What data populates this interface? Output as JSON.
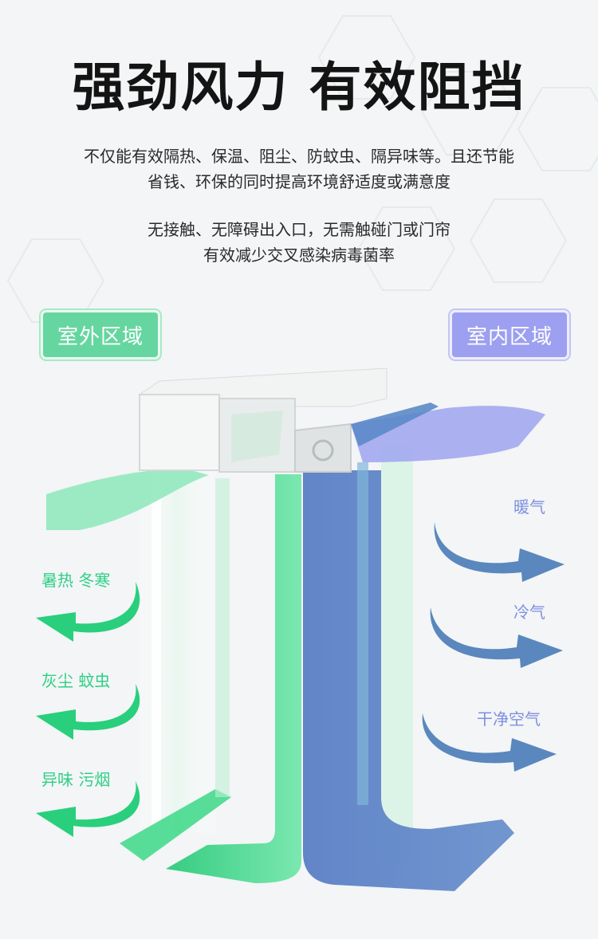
{
  "title": "强劲风力 有效阻挡",
  "paragraph1": [
    "不仅能有效隔热、保温、阻尘、防蚊虫、隔异味等。且还节能",
    "省钱、环保的同时提高环境舒适度或满意度"
  ],
  "paragraph2": [
    "无接触、无障碍出入口，无需触碰门或门帘",
    "有效减少交叉感染病毒菌率"
  ],
  "zones": {
    "outdoor": "室外区域",
    "indoor": "室内区域"
  },
  "outdoor_labels": [
    "暑热 冬寒",
    "灰尘 蚊虫",
    "异味 污烟"
  ],
  "indoor_labels": [
    "暖气",
    "冷气",
    "干净空气"
  ],
  "colors": {
    "outdoor_green": "#2fcf86",
    "indoor_blue": "#5b7fbf",
    "indoor_label": "#7e8fe0"
  }
}
